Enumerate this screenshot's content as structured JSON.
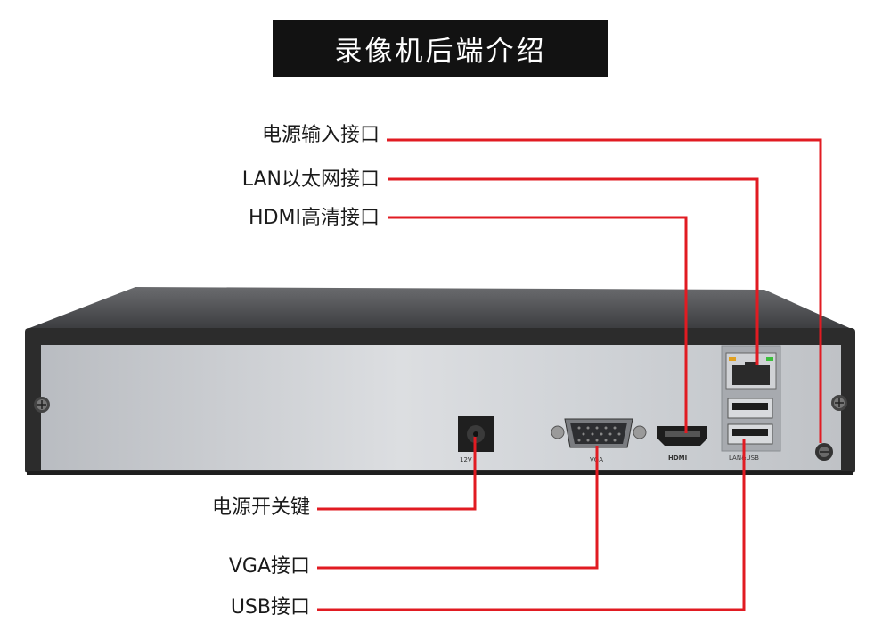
{
  "title": "录像机后端介绍",
  "labels": {
    "power_input": "电源输入接口",
    "lan": "LAN以太网接口",
    "hdmi": "HDMI高清接口",
    "power_switch": "电源开关键",
    "vga": "VGA接口",
    "usb": "USB接口"
  },
  "port_marks": {
    "power": "12V",
    "vga": "VGA",
    "hdmi": "HDMI",
    "lan_usb": "LAN&USB"
  },
  "colors": {
    "leader_line": "#e11b22",
    "title_bg": "#121212",
    "chassis": "#2c2c2c",
    "panel": "#c9ccd0"
  }
}
